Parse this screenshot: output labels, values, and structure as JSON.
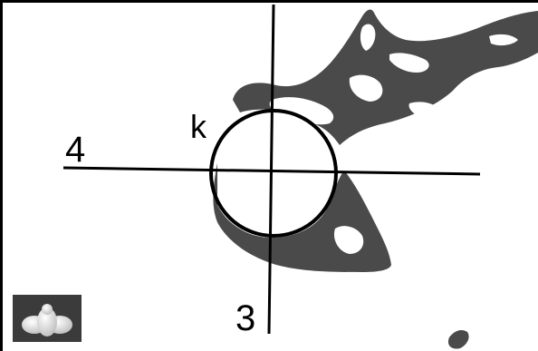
{
  "diagram": {
    "labels": {
      "horizontal_axis": "4",
      "vertical_axis": "3",
      "circle": "k"
    },
    "colors": {
      "background": "#ffffff",
      "frame": "#000000",
      "outline_stroke": "#000000",
      "section_fill": "#4a4a4a",
      "view_widget_bg": "#3b3b3b"
    },
    "icons": {
      "view_widget": "viewcube-icon"
    }
  }
}
